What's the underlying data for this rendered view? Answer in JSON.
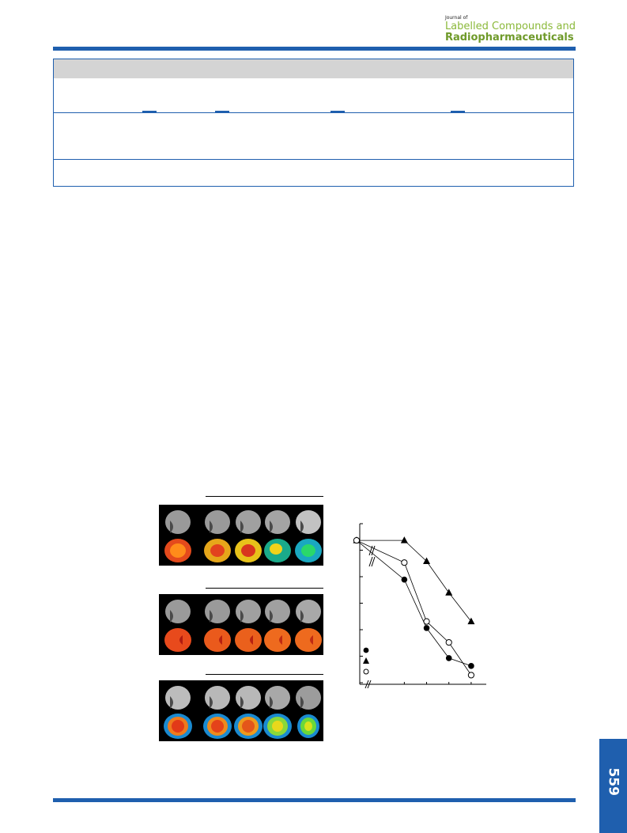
{
  "header": {
    "journal_of": "Journal of",
    "journal_line1": "Labelled Compounds and",
    "journal_line2": "Radiopharmaceuticals"
  },
  "footer": {
    "page_number": "559"
  },
  "colors": {
    "accent_blue": "#1f5fae",
    "logo_green": "#8bb93a",
    "table_header_gray": "#d4d4d4"
  },
  "chart_data": {
    "type": "scatter",
    "title": "",
    "xlabel": "",
    "ylabel": "",
    "axis_break_x": true,
    "grid": false,
    "legend_markers": [
      "filled-circle",
      "filled-triangle",
      "open-circle"
    ],
    "series": [
      {
        "marker": "filled-circle",
        "values": [
          [
            0,
            100
          ],
          [
            2,
            70
          ],
          [
            3,
            33
          ],
          [
            4,
            10
          ],
          [
            5,
            4
          ]
        ]
      },
      {
        "marker": "filled-triangle",
        "values": [
          [
            0,
            100
          ],
          [
            2,
            100
          ],
          [
            3,
            84
          ],
          [
            4,
            60
          ],
          [
            5,
            38
          ]
        ]
      },
      {
        "marker": "open-circle",
        "values": [
          [
            0,
            100
          ],
          [
            2,
            83
          ],
          [
            3,
            38
          ],
          [
            4,
            22
          ],
          [
            5,
            -3
          ]
        ]
      }
    ],
    "xlim": [
      0,
      5.5
    ],
    "ylim": [
      -10,
      120
    ]
  }
}
